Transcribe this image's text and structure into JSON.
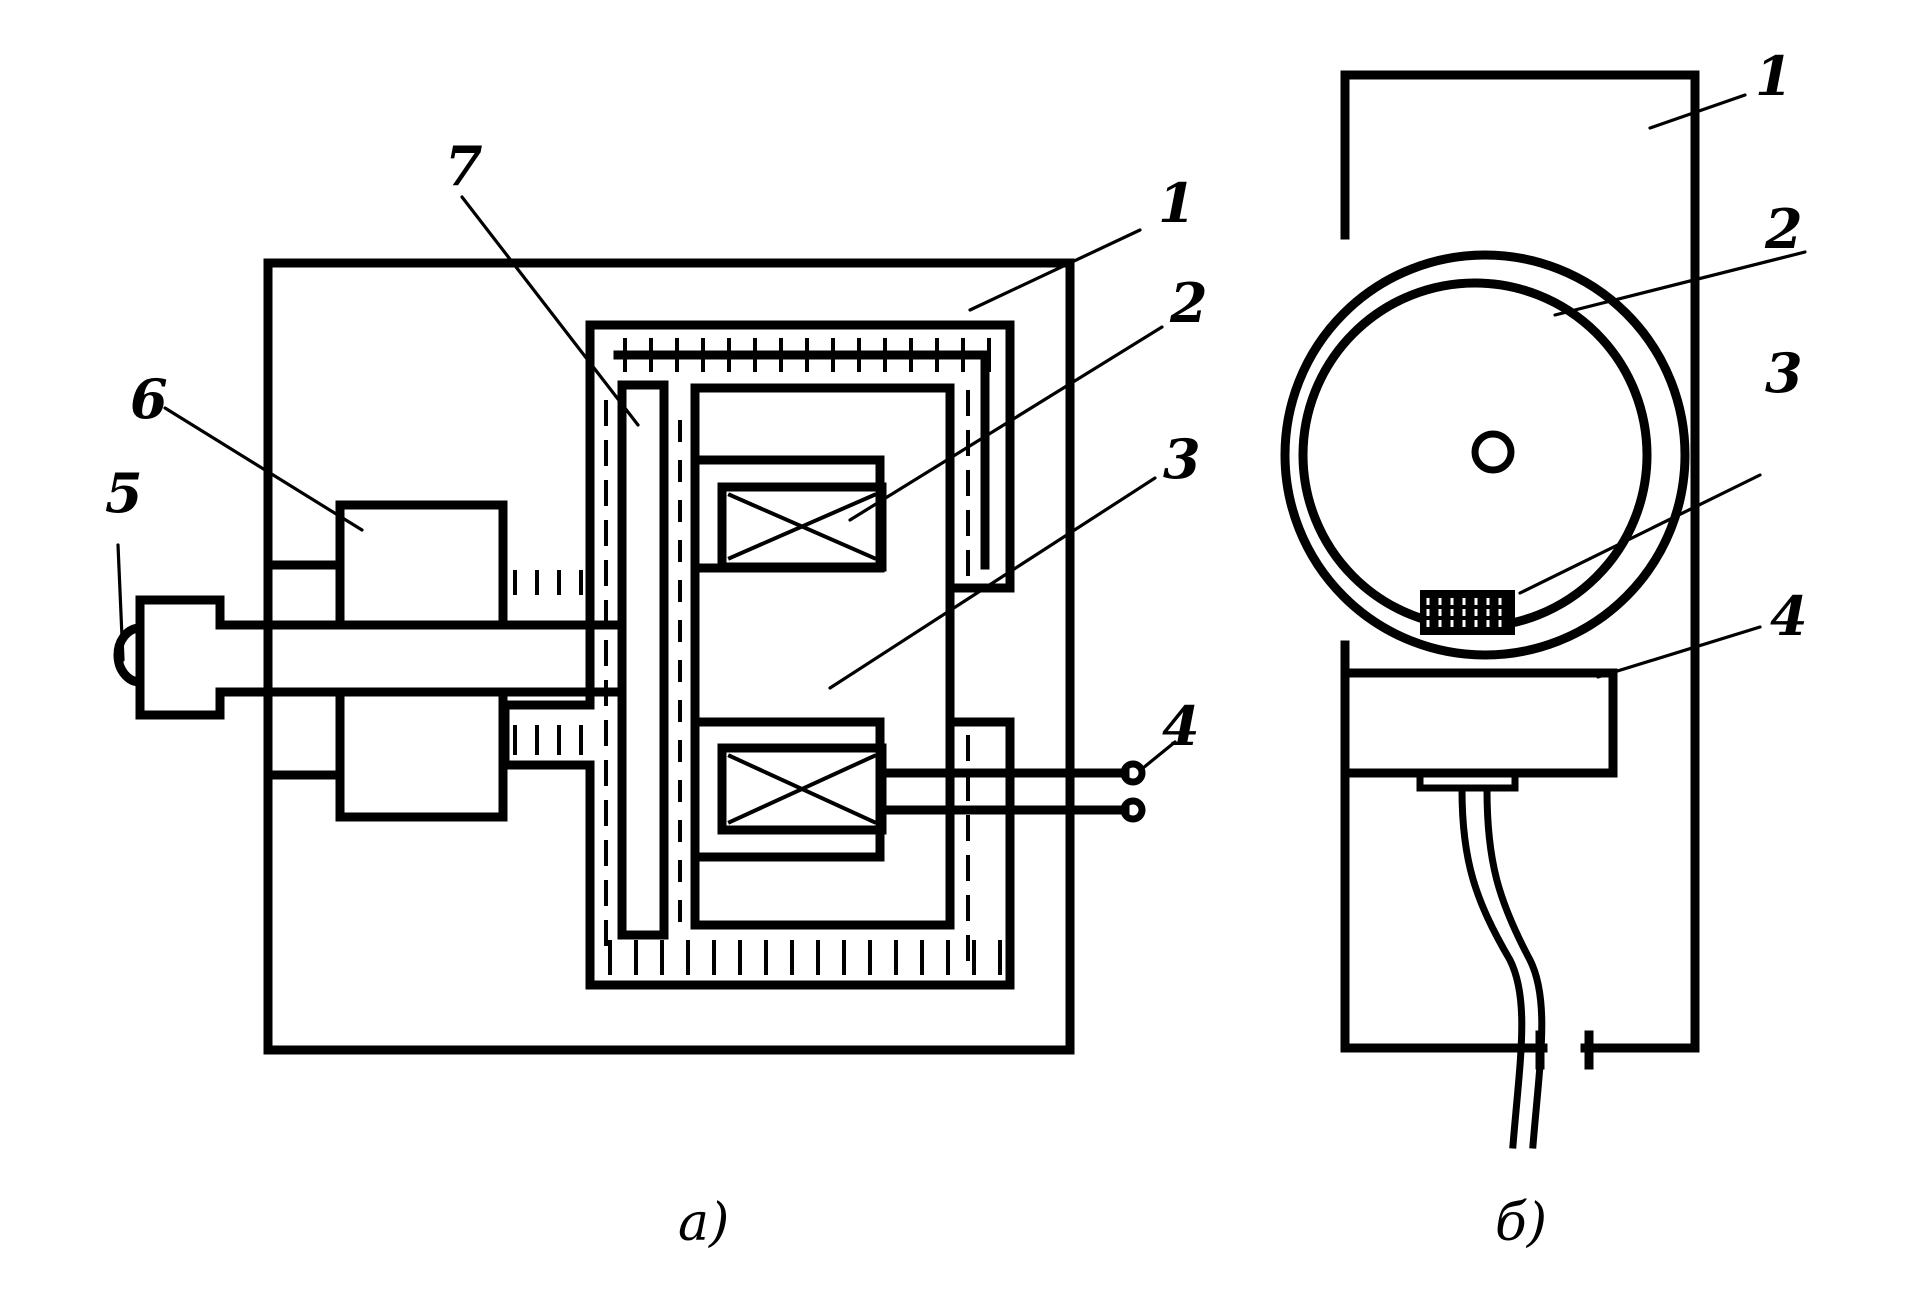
{
  "figure": {
    "panel_a": {
      "caption": "а)",
      "callouts": [
        {
          "id": "1",
          "text": "1"
        },
        {
          "id": "2",
          "text": "2"
        },
        {
          "id": "3",
          "text": "3"
        },
        {
          "id": "4",
          "text": "4"
        },
        {
          "id": "5",
          "text": "5"
        },
        {
          "id": "6",
          "text": "6"
        },
        {
          "id": "7",
          "text": "7"
        }
      ]
    },
    "panel_b": {
      "caption": "б)",
      "callouts": [
        {
          "id": "1",
          "text": "1"
        },
        {
          "id": "2",
          "text": "2"
        },
        {
          "id": "3",
          "text": "3"
        },
        {
          "id": "4",
          "text": "4"
        }
      ]
    },
    "colors": {
      "ink": "#000000",
      "paper": "#ffffff"
    }
  }
}
